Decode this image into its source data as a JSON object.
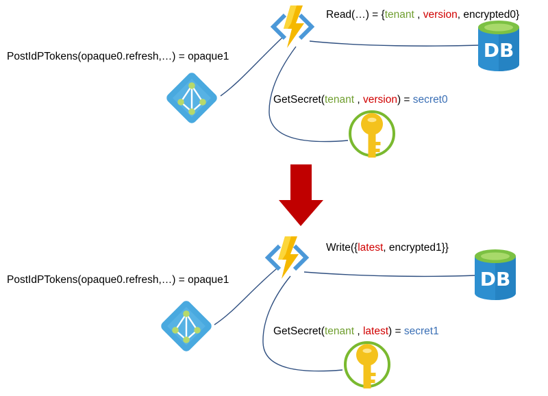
{
  "colors": {
    "green": "#6f9e2f",
    "red": "#d00000",
    "blue": "#3a6fb5",
    "black": "#000000",
    "connector": "#2f4f80",
    "arrow": "#c00000",
    "lightning": "#f5b800",
    "bracket": "#4b98d8",
    "db_body": "#2d8fd0",
    "db_top": "#7cc143",
    "diamond": "#49a9df",
    "key_gold": "#f4c21c",
    "key_ring": "#7ab92f"
  },
  "icons": {
    "function": "azure-function-icon",
    "database": "database-icon",
    "active_directory": "active-directory-icon",
    "key_vault": "key-vault-icon",
    "transition_arrow": "down-arrow-icon"
  },
  "db_label": "DB",
  "top": {
    "post_call": "PostIdPTokens(opaque0.refresh,…) = opaque1",
    "read_call": [
      {
        "text": "Read(…) = {",
        "color": "black"
      },
      {
        "text": "tenant",
        "color": "green"
      },
      {
        "text": " , ",
        "color": "black"
      },
      {
        "text": "version",
        "color": "red"
      },
      {
        "text": ", encrypted0}",
        "color": "black"
      }
    ],
    "get_secret": [
      {
        "text": "GetSecret(",
        "color": "black"
      },
      {
        "text": "tenant",
        "color": "green"
      },
      {
        "text": " , ",
        "color": "black"
      },
      {
        "text": "version",
        "color": "red"
      },
      {
        "text": ") = ",
        "color": "black"
      },
      {
        "text": "secret0",
        "color": "blue"
      }
    ]
  },
  "bottom": {
    "post_call": "PostIdPTokens(opaque0.refresh,…) = opaque1",
    "write_call": [
      {
        "text": "Write({",
        "color": "black"
      },
      {
        "text": "latest",
        "color": "red"
      },
      {
        "text": ", encrypted1}}",
        "color": "black"
      }
    ],
    "get_secret": [
      {
        "text": "GetSecret(",
        "color": "black"
      },
      {
        "text": "tenant",
        "color": "green"
      },
      {
        "text": " , ",
        "color": "black"
      },
      {
        "text": "latest",
        "color": "red"
      },
      {
        "text": ") = ",
        "color": "black"
      },
      {
        "text": "secret1",
        "color": "blue"
      }
    ]
  }
}
